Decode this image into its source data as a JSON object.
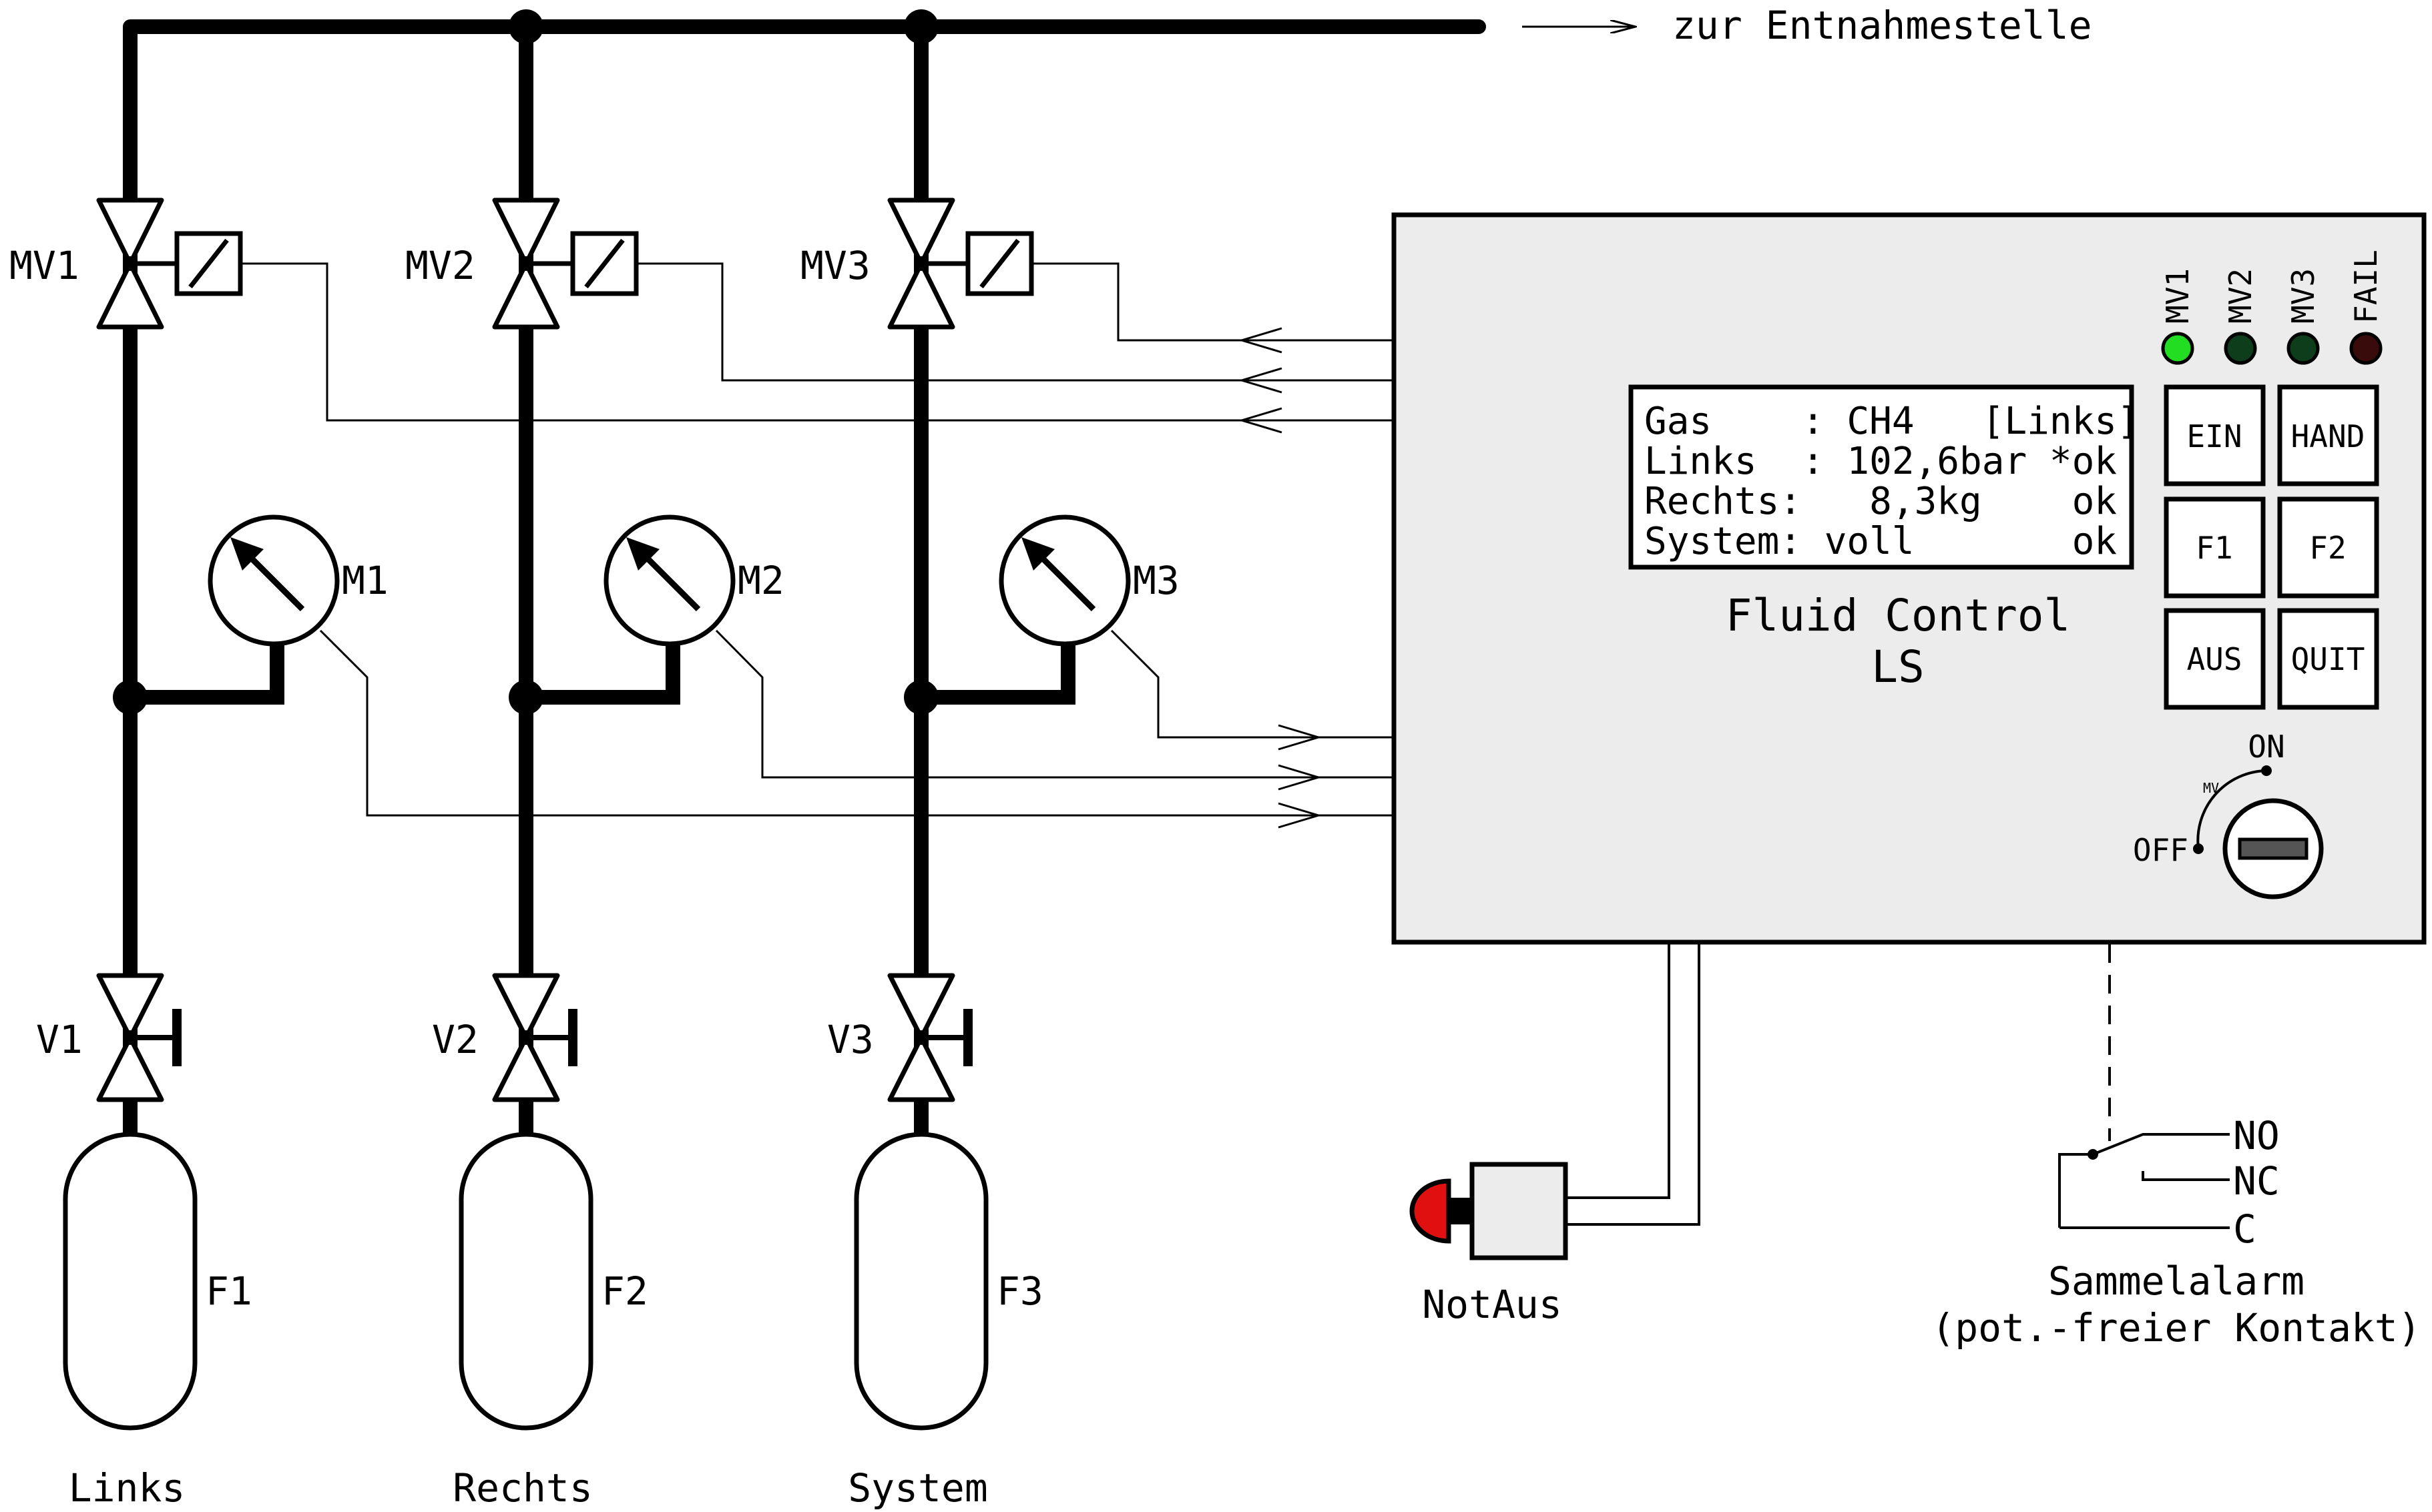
{
  "header": {
    "arrow_label": "zur Entnahmestelle"
  },
  "columns": [
    {
      "mv": "MV1",
      "manometer": "M1",
      "valve": "V1",
      "bottle": "F1",
      "bottom": "Links"
    },
    {
      "mv": "MV2",
      "manometer": "M2",
      "valve": "V2",
      "bottle": "F2",
      "bottom": "Rechts"
    },
    {
      "mv": "MV3",
      "manometer": "M3",
      "valve": "V3",
      "bottle": "F3",
      "bottom": "System"
    }
  ],
  "controller": {
    "title_line1": "Fluid Control",
    "title_line2": "LS",
    "display": {
      "line1": "Gas    : CH4   [Links]",
      "line2": "Links  : 102,6bar *ok",
      "line3": "Rechts:   8,3kg    ok",
      "line4": "System: voll       ok"
    },
    "leds": [
      {
        "label": "MV1",
        "color": "#22dd22"
      },
      {
        "label": "MV2",
        "color": "#0d3d1a"
      },
      {
        "label": "MV3",
        "color": "#0d3d1a"
      },
      {
        "label": "FAIL",
        "color": "#3a0b0b"
      }
    ],
    "buttons": {
      "ein": "EIN",
      "hand": "HAND",
      "f1": "F1",
      "f2": "F2",
      "aus": "AUS",
      "quit": "QUIT"
    },
    "keyswitch": {
      "on": "ON",
      "off": "OFF",
      "mv": "MV"
    }
  },
  "notaus": {
    "label": "NotAus"
  },
  "alarm": {
    "no": "NO",
    "nc": "NC",
    "c": "C",
    "title": "Sammelalarm",
    "subtitle": "(pot.-freier Kontakt)"
  }
}
